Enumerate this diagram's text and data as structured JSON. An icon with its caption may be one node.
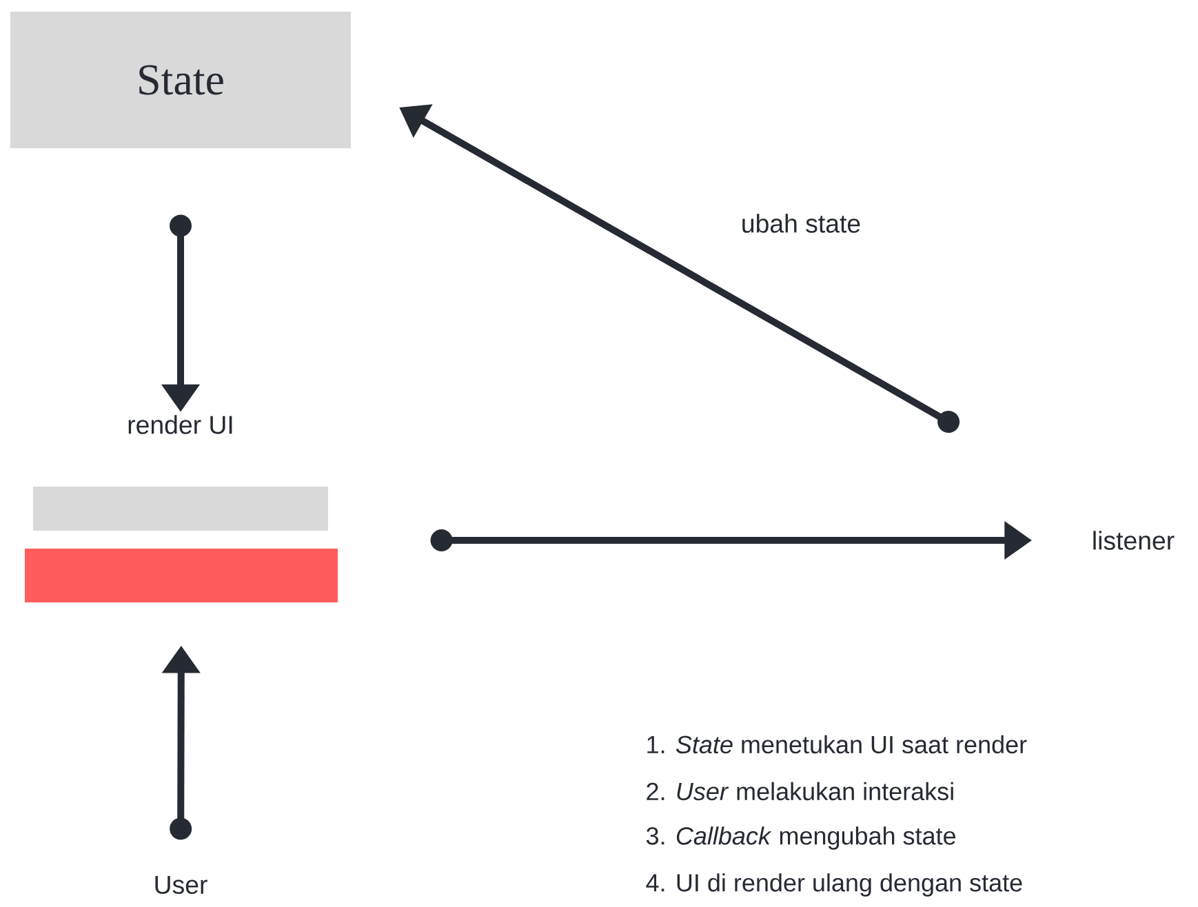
{
  "diagram": {
    "nodes": [
      {
        "text": [
          "State"
        ]
      },
      {
        "text": [
          "render UI"
        ]
      },
      {
        "text": [],
        "shape": "bar"
      },
      {
        "text": [],
        "shape": "bar"
      },
      {
        "text": [
          "listener"
        ]
      },
      {
        "text": [
          "User"
        ]
      }
    ],
    "edges": [
      {
        "from": 0,
        "to": 1,
        "arrow": "to"
      },
      {
        "from": 5,
        "to": 3,
        "arrow": "to"
      },
      {
        "from": 3,
        "to": 4,
        "arrow": "to"
      },
      {
        "from": null,
        "to": 0,
        "arrow": "to",
        "label": "ubah state"
      }
    ],
    "labels": [
      "1. *State* menetukan UI saat render",
      "2. *User* melakukan interaksi",
      "3. *Callback* mengubah state",
      "4. UI di render ulang dengan state"
    ]
  }
}
